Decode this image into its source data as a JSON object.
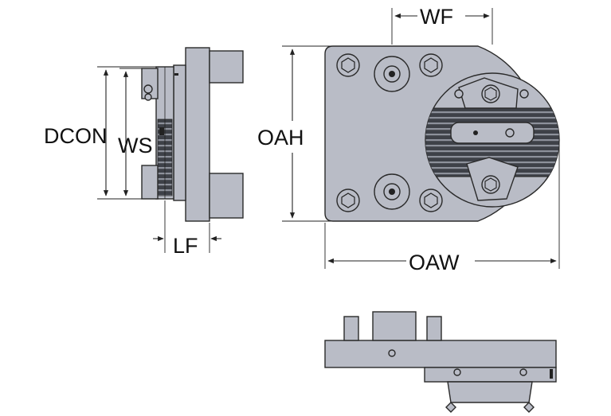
{
  "diagram": {
    "labels": {
      "wf": "WF",
      "dcon": "DCON",
      "ws": "WS",
      "oah": "OAH",
      "lf": "LF",
      "oaw": "OAW"
    },
    "colors": {
      "body": "#b9bcc6",
      "outline": "#2a2a2a",
      "serration": "#4a4d55",
      "dimension_line": "#222222"
    }
  }
}
